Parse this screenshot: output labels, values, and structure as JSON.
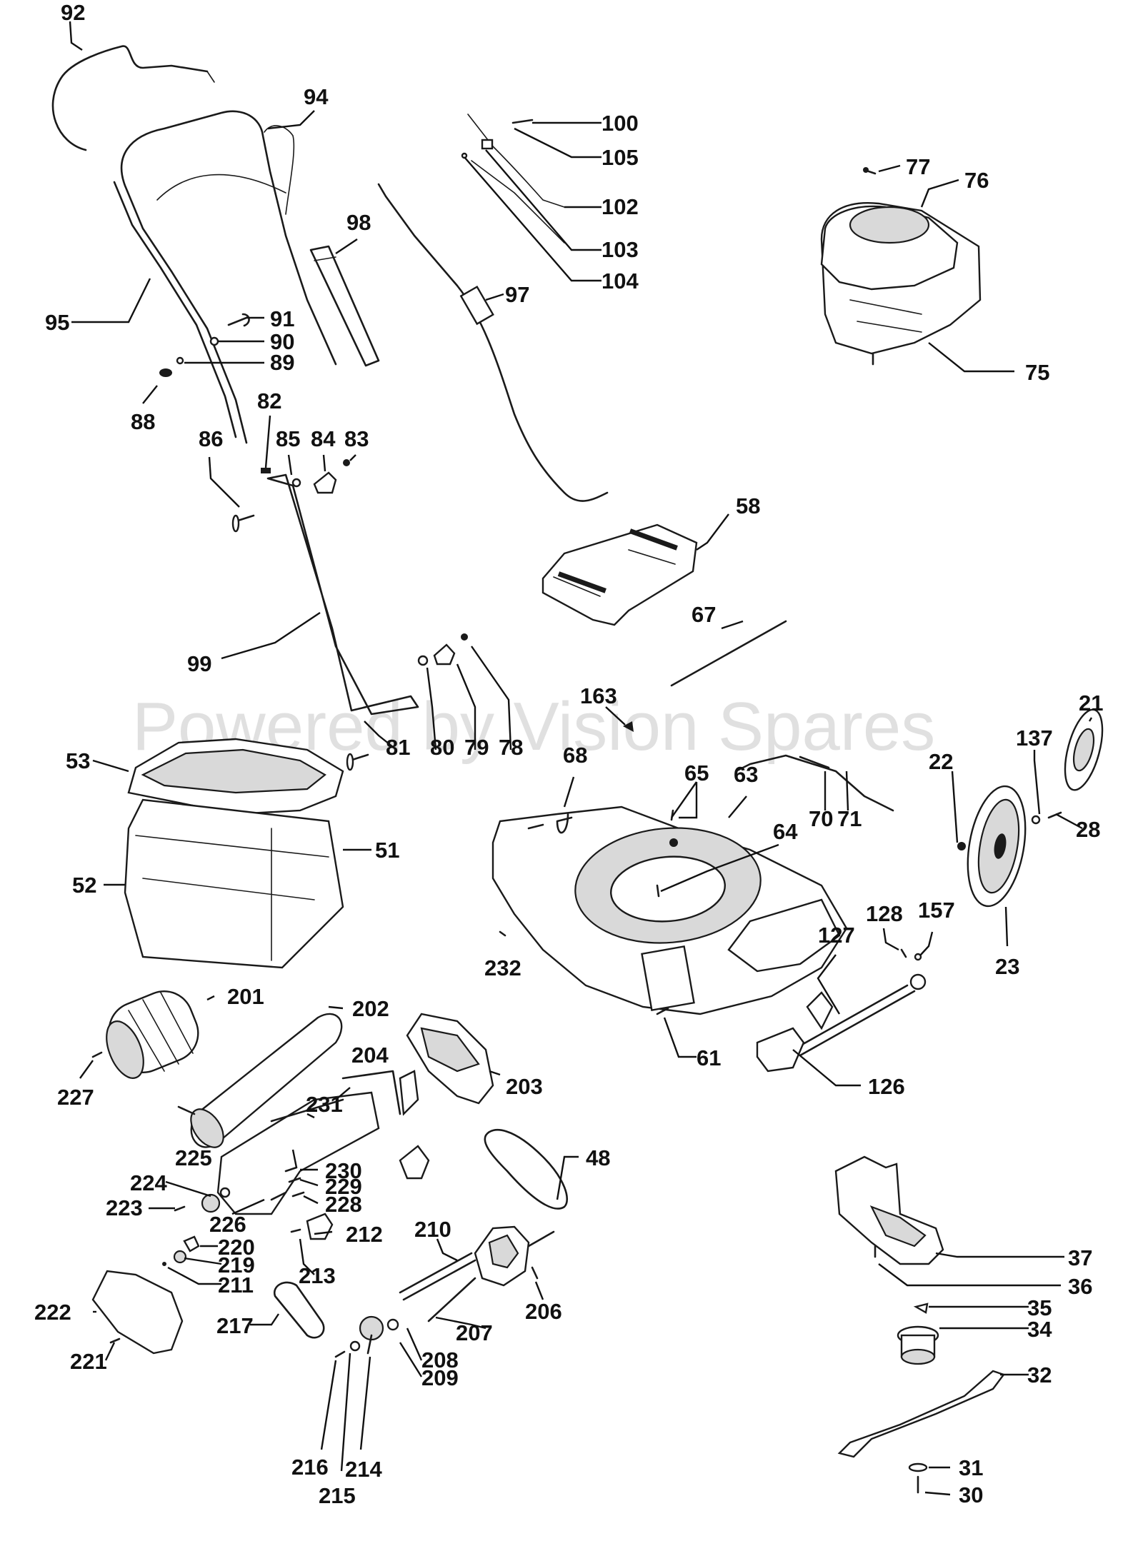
{
  "watermark": "Powered by Vision Spares",
  "part_numbers": [
    "92",
    "94",
    "100",
    "105",
    "102",
    "103",
    "104",
    "77",
    "76",
    "98",
    "97",
    "75",
    "95",
    "91",
    "90",
    "89",
    "88",
    "82",
    "86",
    "85",
    "84",
    "83",
    "58",
    "67",
    "99",
    "163",
    "21",
    "137",
    "22",
    "28",
    "53",
    "81",
    "80",
    "79",
    "78",
    "68",
    "65",
    "63",
    "70",
    "71",
    "64",
    "51",
    "52",
    "128",
    "157",
    "127",
    "23",
    "232",
    "201",
    "202",
    "204",
    "203",
    "227",
    "61",
    "126",
    "231",
    "48",
    "225",
    "230",
    "224",
    "229",
    "223",
    "228",
    "226",
    "212",
    "220",
    "210",
    "219",
    "211",
    "213",
    "206",
    "37",
    "222",
    "217",
    "207",
    "36",
    "208",
    "221",
    "209",
    "35",
    "34",
    "32",
    "216",
    "214",
    "215",
    "31",
    "30"
  ],
  "labels": {
    "p92": "92",
    "p94": "94",
    "p100": "100",
    "p105": "105",
    "p102": "102",
    "p103": "103",
    "p104": "104",
    "p77": "77",
    "p76": "76",
    "p98": "98",
    "p97": "97",
    "p75": "75",
    "p95": "95",
    "p91": "91",
    "p90": "90",
    "p89": "89",
    "p88": "88",
    "p82": "82",
    "p86": "86",
    "p85": "85",
    "p84": "84",
    "p83": "83",
    "p58": "58",
    "p67": "67",
    "p99": "99",
    "p163": "163",
    "p21": "21",
    "p137": "137",
    "p22": "22",
    "p28": "28",
    "p53": "53",
    "p81": "81",
    "p80": "80",
    "p79": "79",
    "p78": "78",
    "p68": "68",
    "p65": "65",
    "p63": "63",
    "p70": "70",
    "p71": "71",
    "p64": "64",
    "p51": "51",
    "p52": "52",
    "p128": "128",
    "p157": "157",
    "p127": "127",
    "p23": "23",
    "p232": "232",
    "p201": "201",
    "p202": "202",
    "p204": "204",
    "p203": "203",
    "p227": "227",
    "p61": "61",
    "p126": "126",
    "p231": "231",
    "p48": "48",
    "p225": "225",
    "p230": "230",
    "p224": "224",
    "p229": "229",
    "p223": "223",
    "p228": "228",
    "p226": "226",
    "p212": "212",
    "p220": "220",
    "p210": "210",
    "p219": "219",
    "p211": "211",
    "p213": "213",
    "p206": "206",
    "p37": "37",
    "p222": "222",
    "p217": "217",
    "p207": "207",
    "p36": "36",
    "p208": "208",
    "p221": "221",
    "p209": "209",
    "p35": "35",
    "p34": "34",
    "p32": "32",
    "p216": "216",
    "p214": "214",
    "p215": "215",
    "p31": "31",
    "p30": "30"
  }
}
